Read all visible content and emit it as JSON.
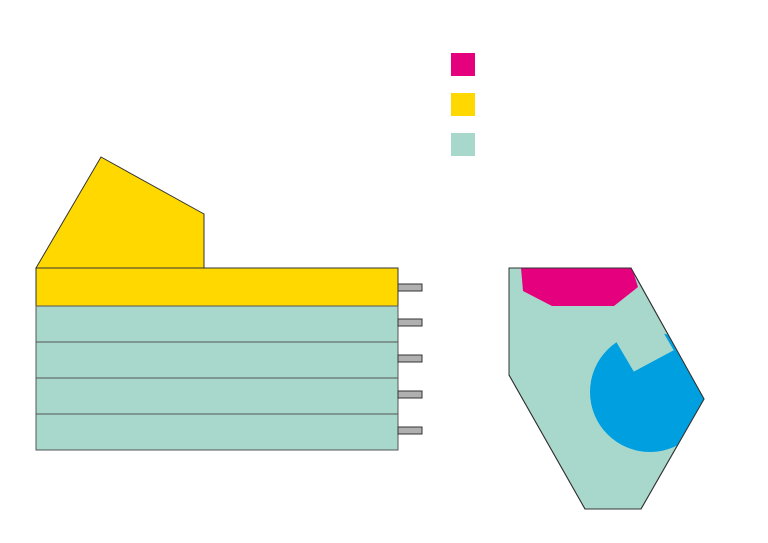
{
  "colors": {
    "magenta": "#e5007e",
    "yellow": "#ffd800",
    "mint": "#a8d8cc",
    "blue": "#009fe0",
    "grey": "#b0b0b0",
    "stroke": "#333333",
    "line": "#555555"
  },
  "legend": {
    "swatches": [
      {
        "color": "magenta"
      },
      {
        "color": "yellow"
      },
      {
        "color": "mint"
      }
    ]
  }
}
